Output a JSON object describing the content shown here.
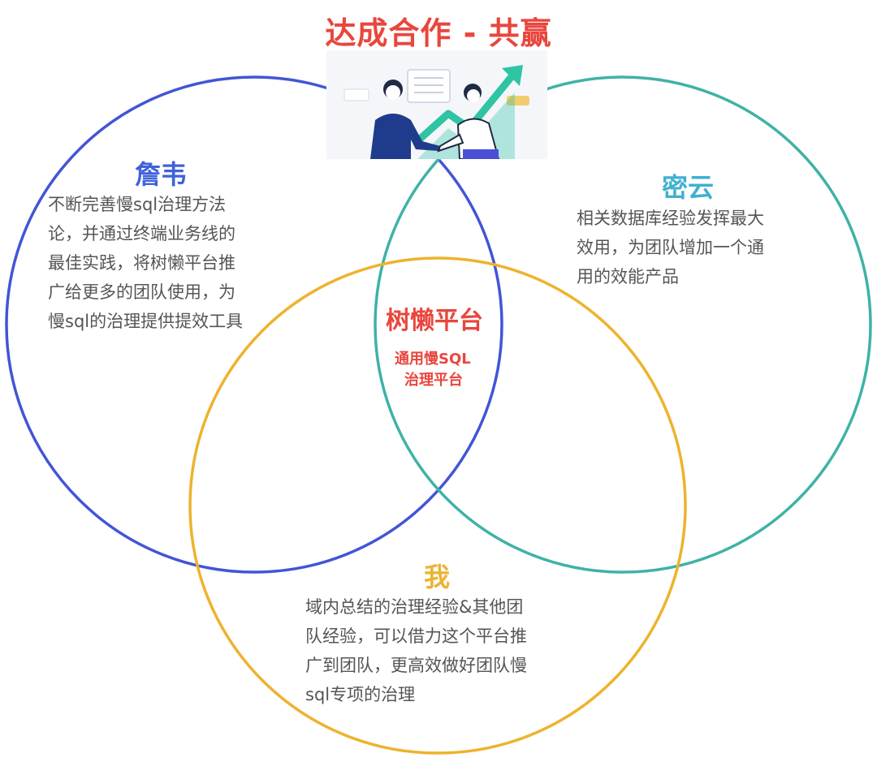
{
  "title": "达成合作 - 共赢",
  "colors": {
    "title": "#e9463d",
    "left_circle": "#4255d6",
    "right_circle": "#3fb2a6",
    "bottom_circle": "#edb32d",
    "left_name": "#3f63d8",
    "right_name": "#3fb0cf",
    "bottom_name": "#ecb332",
    "center": "#e9463d",
    "body_text": "#555555"
  },
  "illustration": {
    "icon": "handshake-growth-illustration"
  },
  "left": {
    "name": "詹韦",
    "lines": [
      "不断完善慢sql治理方法",
      "论，并通过终端业务线的",
      "最佳实践，将树懒平台推",
      "广给更多的团队使用，为",
      "慢sql的治理提供提效工具"
    ]
  },
  "right": {
    "name": "密云",
    "lines": [
      "相关数据库经验发挥最大",
      "效用，为团队增加一个通",
      "用的效能产品"
    ]
  },
  "bottom": {
    "name": "我",
    "lines": [
      "域内总结的治理经验&其他团",
      "队经验，可以借力这个平台推",
      "广到团队，更高效做好团队慢",
      "sql专项的治理"
    ]
  },
  "center": {
    "name": "树懒平台",
    "sub_lines": [
      "通用慢SQL",
      "治理平台"
    ]
  }
}
